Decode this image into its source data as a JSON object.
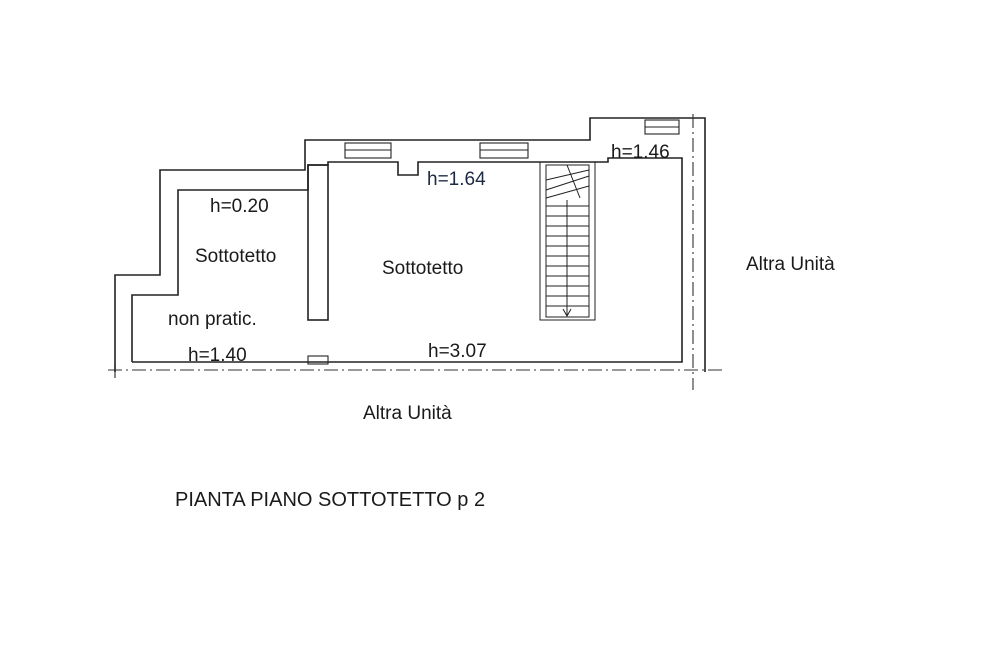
{
  "labels": {
    "attic_left": "Sottotetto",
    "attic_left_sub": "non pratic.",
    "attic_main": "Sottotetto",
    "other_unit_right": "Altra Unità",
    "other_unit_bottom": "Altra Unità",
    "plan_title": "PIANTA PIANO SOTTOTETTO p 2"
  },
  "heights": {
    "left_top": "h=0.20",
    "left_bottom": "h=1.40",
    "main_top": "h=1.64",
    "main_bottom": "h=3.07",
    "right_top": "h=1.46"
  }
}
